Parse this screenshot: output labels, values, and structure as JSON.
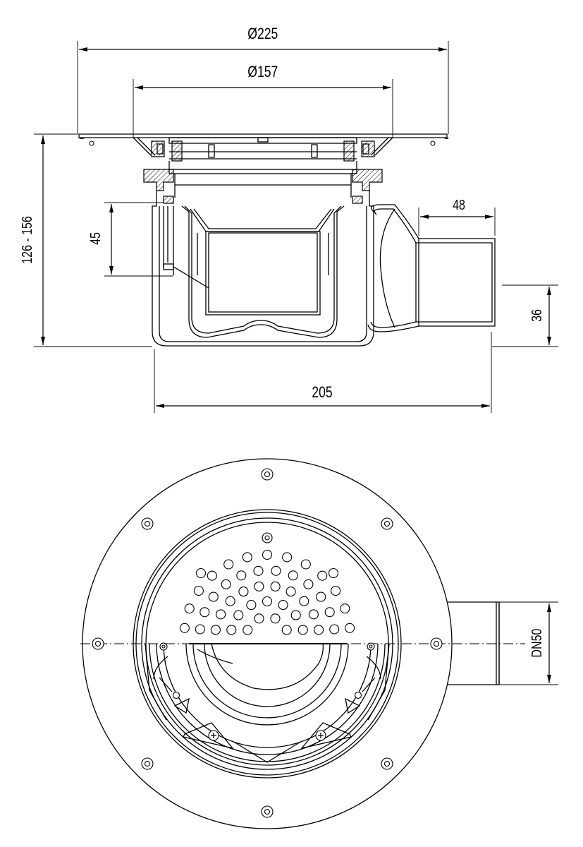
{
  "side_view": {
    "dims": {
      "top_diameter": "Ø225",
      "inner_diameter": "Ø157",
      "total_height": "126 - 156",
      "water_seal": "45",
      "outlet_length": "48",
      "outlet_height": "36",
      "body_width": "205"
    }
  },
  "top_view": {
    "dims": {
      "outlet": "DN50"
    }
  }
}
